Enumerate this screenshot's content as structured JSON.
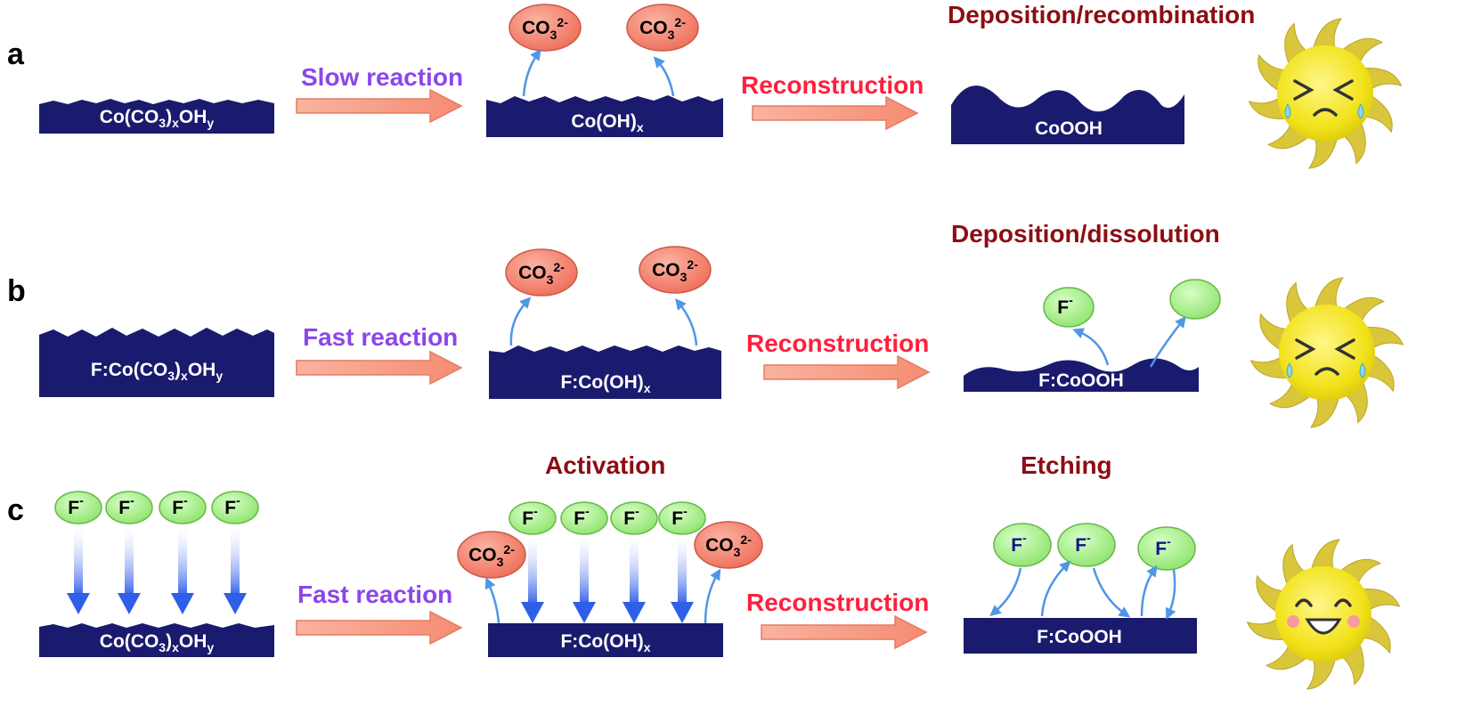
{
  "panels": [
    {
      "letter": "a",
      "step1_label": "Slow reaction",
      "step2_label": "Reconstruction",
      "title": "Deposition/recombination",
      "block1": {
        "main": "Co(CO",
        "sub1": "3",
        "mid": ")",
        "sub2": "x",
        "tail": "OH",
        "sub3": "y"
      },
      "block2": {
        "main": "Co(OH)",
        "sub1": "x"
      },
      "block3": "CoOOH",
      "ions": [
        {
          "base": "CO",
          "sub": "3",
          "sup": "2-"
        },
        {
          "base": "CO",
          "sub": "3",
          "sup": "2-"
        }
      ],
      "face": "crying"
    },
    {
      "letter": "b",
      "step1_label": "Fast reaction",
      "step2_label": "Reconstruction",
      "title": "Deposition/dissolution",
      "block1": {
        "pre": "F:",
        "main": "Co(CO",
        "sub1": "3",
        "mid": ")",
        "sub2": "x",
        "tail": "OH",
        "sub3": "y"
      },
      "block2": {
        "main": "F:Co(OH)",
        "sub1": "x"
      },
      "block3": "F:CoOOH",
      "ions": [
        {
          "base": "CO",
          "sub": "3",
          "sup": "2-"
        },
        {
          "base": "CO",
          "sub": "3",
          "sup": "2-"
        }
      ],
      "f_ion": {
        "base": "F",
        "sup": "-"
      },
      "face": "crying"
    },
    {
      "letter": "c",
      "step1_label": "Fast reaction",
      "step2_label": "Reconstruction",
      "title1": "Activation",
      "title2": "Etching",
      "block1": {
        "main": "Co(CO",
        "sub1": "3",
        "mid": ")",
        "sub2": "x",
        "tail": "OH",
        "sub3": "y"
      },
      "block2": {
        "main": "F:Co(OH)",
        "sub1": "x"
      },
      "block3": "F:CoOOH",
      "ions": [
        {
          "base": "CO",
          "sub": "3",
          "sup": "2-"
        },
        {
          "base": "CO",
          "sub": "3",
          "sup": "2-"
        }
      ],
      "f_ion": {
        "base": "F",
        "sup": "-"
      },
      "face": "smiling"
    }
  ],
  "colors": {
    "block": "#1a1a6e",
    "co3_fill": "#f4836e",
    "f_fill": "#a6ee8a",
    "arrow_fill": "#f9a48c",
    "small_arrow": "#4f96e6",
    "sun_body": "#f2e21a",
    "sun_rays": "#d9c63a"
  }
}
